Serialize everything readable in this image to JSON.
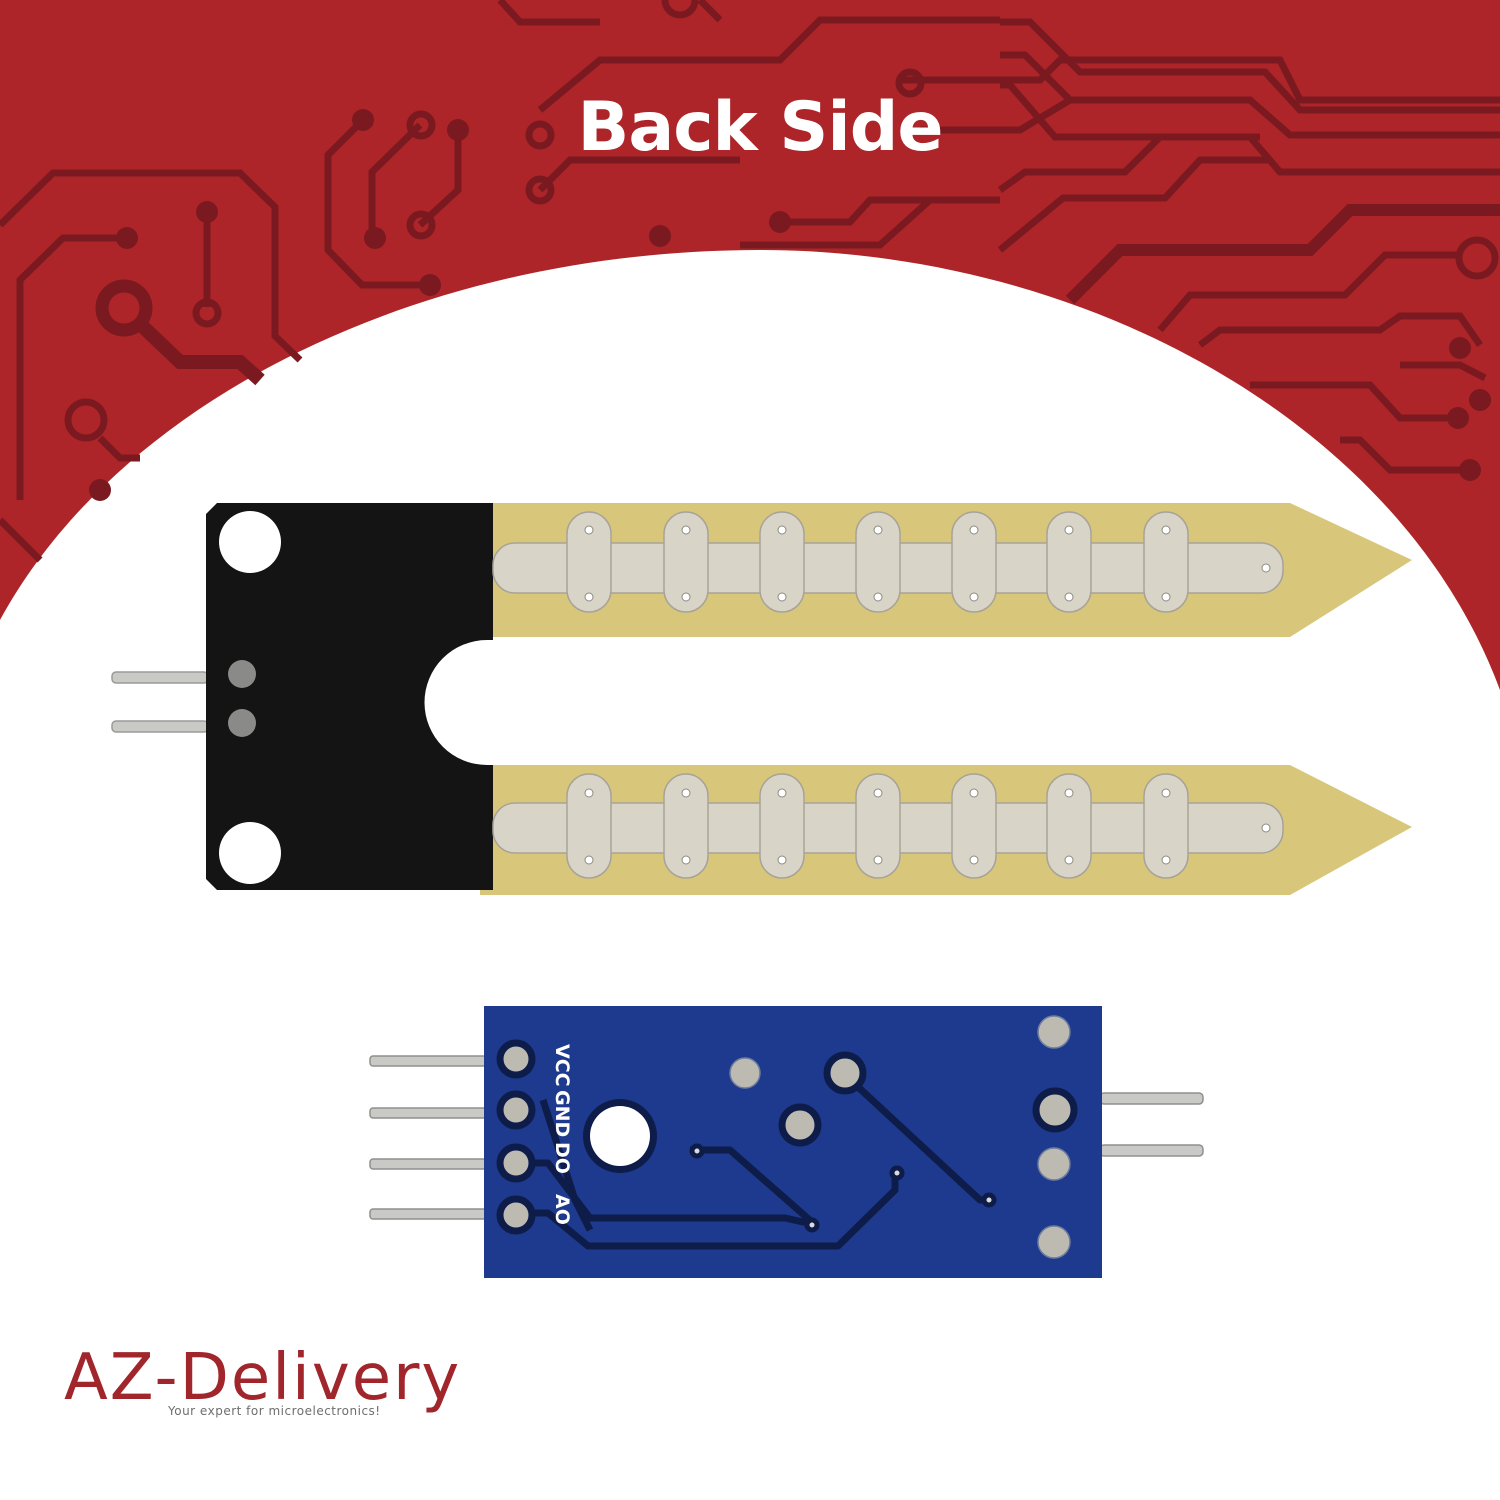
{
  "header": {
    "title": "Back Side"
  },
  "colors": {
    "banner_red": "#ae2529",
    "trace_dark_red": "#7a1a20",
    "probe_pcb_black": "#141414",
    "probe_fr4_yellow": "#d8c77a",
    "probe_plating_silver": "#d9d4c8",
    "module_pcb_blue": "#1d3a8e",
    "logo_red": "#a0262c"
  },
  "probe": {
    "name": "soil moisture probe",
    "fingers": 2,
    "pads_per_row": 7,
    "header_pins": 2
  },
  "module": {
    "name": "comparator module",
    "pin_labels": [
      "VCC",
      "GND",
      "DO",
      "AO"
    ],
    "left_header_pins": 4,
    "right_header_pins": 2
  },
  "brand": {
    "logo_text": "AZ-Delivery",
    "tagline": "Your expert for microelectronics!"
  }
}
